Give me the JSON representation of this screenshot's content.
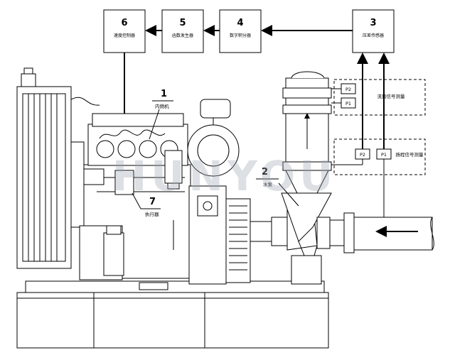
{
  "boxes": [
    {
      "id": "6",
      "label": "速度控制器"
    },
    {
      "id": "5",
      "label": "函数发生器"
    },
    {
      "id": "4",
      "label": "数字积分器"
    },
    {
      "id": "3",
      "label": "压差传感器"
    }
  ],
  "components": {
    "engine": {
      "num": "1",
      "label": "内燃机"
    },
    "pump": {
      "num": "2",
      "label": "水泵"
    },
    "actuator": {
      "num": "7",
      "label": "执行器"
    }
  },
  "signals": {
    "flow_signal": "流量信号测量",
    "pressure_signal": "扬程信号测量"
  },
  "sensors": {
    "p1_top": "P1",
    "p2_top": "P2",
    "p1_bottom": "P1",
    "p2_bottom": "P2"
  },
  "watermark": "HUNYOU",
  "colors": {
    "line": "#000000",
    "background": "#ffffff",
    "watermark": "#9aa4b0"
  }
}
